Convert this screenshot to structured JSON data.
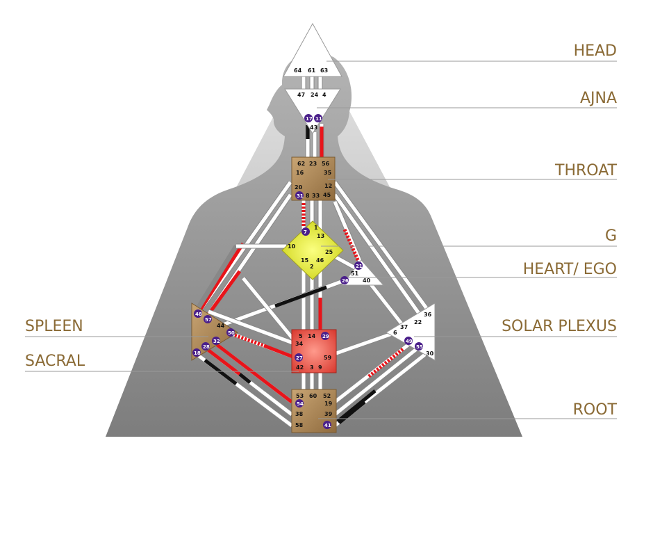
{
  "labels": {
    "head": "HEAD",
    "ajna": "AJNA",
    "throat": "THROAT",
    "g": "G",
    "heart": "HEART/ EGO",
    "spleen": "SPLEEN",
    "sacral": "SACRAL",
    "solar_plexus": "SOLAR PLEXUS",
    "root": "ROOT"
  },
  "gates": {
    "head": [
      "64",
      "61",
      "63"
    ],
    "ajna": [
      "47",
      "24",
      "4",
      "17",
      "11",
      "43"
    ],
    "throat": [
      "62",
      "23",
      "56",
      "16",
      "35",
      "12",
      "20",
      "45",
      "31",
      "8",
      "33"
    ],
    "g": [
      "7",
      "1",
      "13",
      "10",
      "25",
      "15",
      "46",
      "2"
    ],
    "heart": [
      "21",
      "51",
      "26",
      "40"
    ],
    "spleen": [
      "48",
      "57",
      "44",
      "50",
      "32",
      "28",
      "18"
    ],
    "sacral": [
      "5",
      "14",
      "29",
      "34",
      "27",
      "59",
      "42",
      "3",
      "9"
    ],
    "solar_plexus": [
      "36",
      "22",
      "37",
      "6",
      "49",
      "55",
      "30"
    ],
    "root": [
      "53",
      "60",
      "52",
      "54",
      "19",
      "38",
      "39",
      "58",
      "41"
    ]
  },
  "colors": {
    "label": "#8a6a35",
    "line": "#8a8a8a",
    "defined_red": "#e8141a",
    "defined_black": "#111111",
    "activation_circle": "#4a1f8a",
    "throat_fill": "#b08a58",
    "g_fill": "#e8ec40",
    "sacral_fill": "#e85048",
    "root_fill": "#b08a58",
    "spleen_fill": "#b08a58"
  }
}
